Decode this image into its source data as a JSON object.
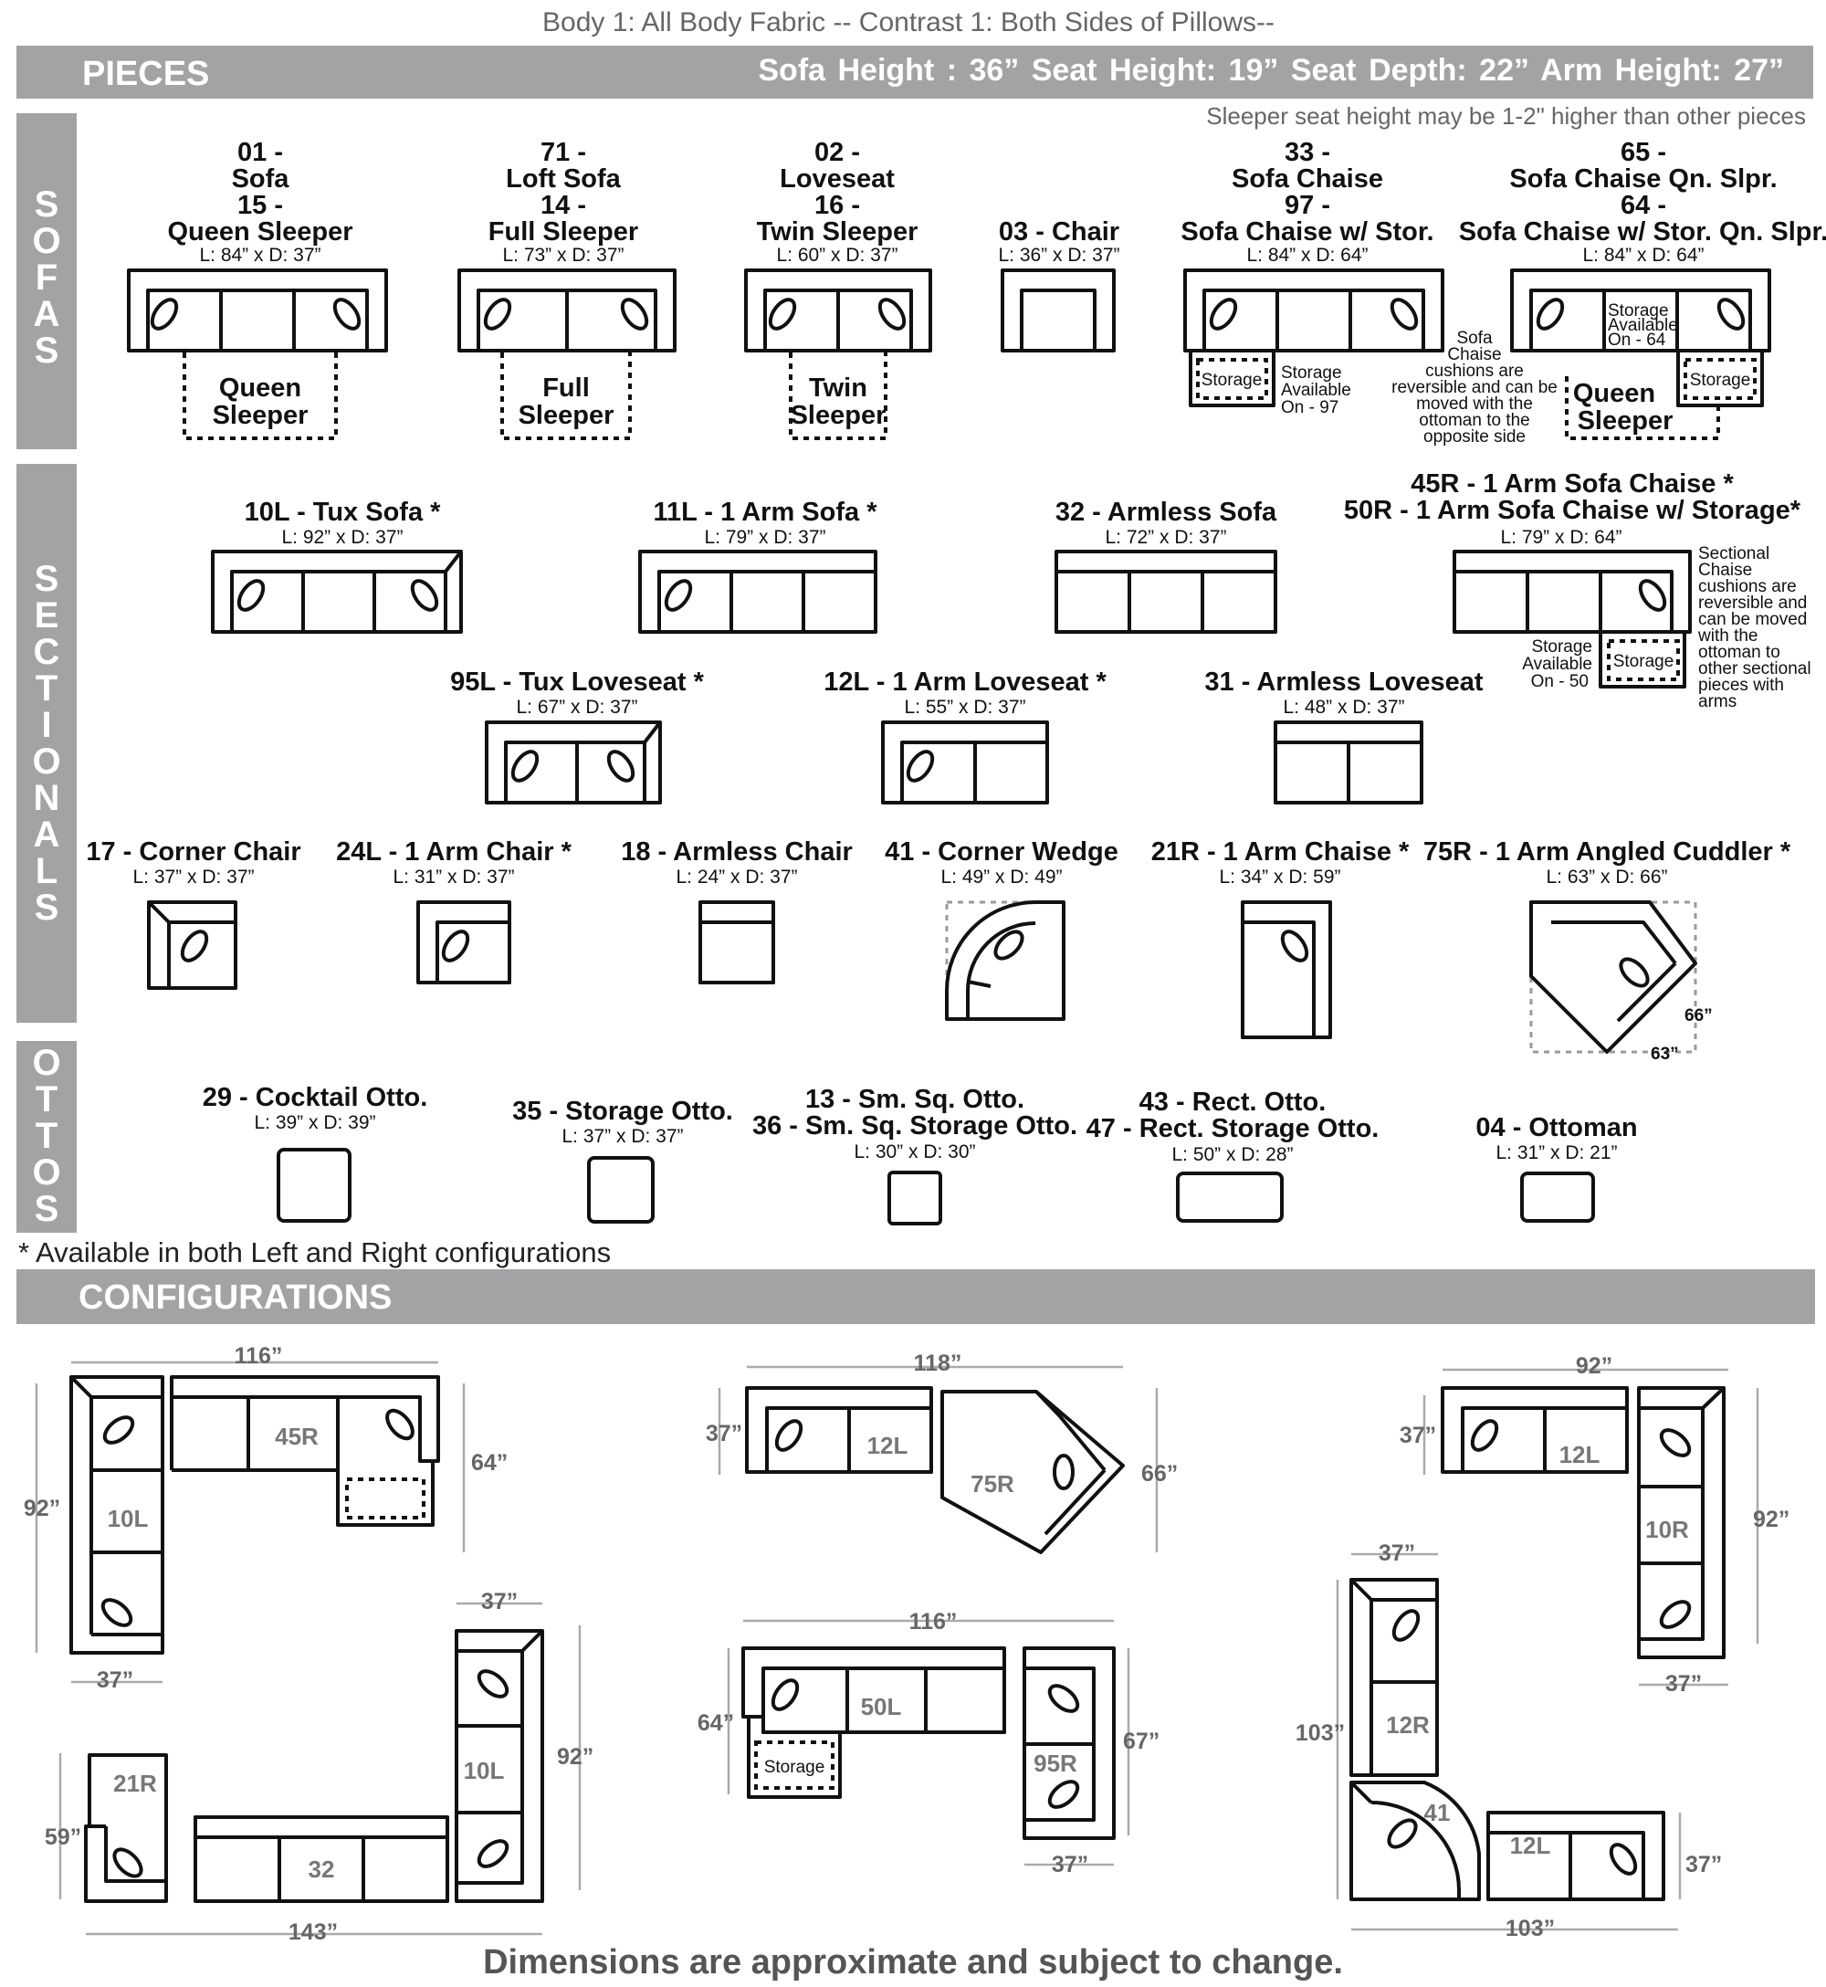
{
  "header": {
    "top_line": "Body 1: All Body Fabric  -- Contrast 1: Both Sides of Pillows--",
    "pieces_title": "PIECES",
    "dims_line": "Sofa Height : 36”   Seat Height: 19”   Seat Depth: 22”   Arm Height: 27”",
    "sleeper_note": "Sleeper seat height may be 1-2\" higher than other pieces"
  },
  "side_labels": {
    "sofas": [
      "S",
      "O",
      "F",
      "A",
      "S"
    ],
    "sectionals": [
      "S",
      "E",
      "C",
      "T",
      "I",
      "O",
      "N",
      "A",
      "L",
      "S"
    ],
    "ottos": [
      "O",
      "T",
      "T",
      "O",
      "S"
    ]
  },
  "sofas": [
    {
      "lines": [
        "01 -",
        "Sofa",
        "15 -",
        "Queen Sleeper"
      ],
      "dim": "L: 84” x D: 37”",
      "sleeper": [
        "Queen",
        "Sleeper"
      ]
    },
    {
      "lines": [
        "71 -",
        "Loft Sofa",
        "14 -",
        "Full Sleeper"
      ],
      "dim": "L: 73” x D: 37”",
      "sleeper": [
        "Full",
        "Sleeper"
      ]
    },
    {
      "lines": [
        "02 -",
        "Loveseat",
        "16 -",
        "Twin Sleeper"
      ],
      "dim": "L: 60” x D: 37”",
      "sleeper": [
        "Twin",
        "Sleeper"
      ]
    },
    {
      "lines": [
        "03 - Chair"
      ],
      "dim": "L: 36” x D: 37”"
    },
    {
      "lines": [
        "33 -",
        "Sofa Chaise",
        "97 -",
        "Sofa Chaise w/ Stor."
      ],
      "dim": "L: 84” x D: 64”",
      "storage": "Storage",
      "avail": [
        "Storage",
        "Available",
        "On - 97"
      ]
    },
    {
      "lines": [
        "65 -",
        "Sofa Chaise Qn. Slpr.",
        "64 -",
        "Sofa Chaise w/ Stor. Qn. Slpr."
      ],
      "dim": "L: 84” x D: 64”",
      "storage": "Storage",
      "avail": [
        "Storage",
        "Available",
        "On - 64"
      ],
      "sleeper": [
        "Queen",
        "Sleeper"
      ]
    }
  ],
  "chaise_note": [
    "Sofa",
    "Chaise",
    "cushions are",
    "reversible and can be",
    "moved with the",
    "ottoman to the",
    "opposite side"
  ],
  "sectionals": [
    {
      "label": "10L - Tux Sofa *",
      "dim": "L: 92” x D: 37”"
    },
    {
      "label": "11L - 1 Arm Sofa *",
      "dim": "L: 79” x D: 37”"
    },
    {
      "label": "32 - Armless Sofa",
      "dim": "L: 72” x D: 37”"
    },
    {
      "label": "45R - 1 Arm Sofa Chaise *",
      "label2": "50R - 1 Arm Sofa Chaise w/ Storage*",
      "dim": "L: 79” x D: 64”",
      "storage": "Storage",
      "avail": [
        "Storage",
        "Available",
        "On - 50"
      ]
    },
    {
      "label": "95L - Tux Loveseat *",
      "dim": "L: 67” x D: 37”"
    },
    {
      "label": "12L - 1 Arm Loveseat *",
      "dim": "L: 55” x D: 37”"
    },
    {
      "label": "31 - Armless Loveseat",
      "dim": "L: 48” x D: 37”"
    },
    {
      "label": "17 - Corner Chair",
      "dim": "L: 37” x D: 37”"
    },
    {
      "label": "24L - 1 Arm Chair *",
      "dim": "L: 31” x D: 37”"
    },
    {
      "label": "18 - Armless Chair",
      "dim": "L: 24” x D: 37”"
    },
    {
      "label": "41 - Corner Wedge",
      "dim": "L: 49” x D: 49”"
    },
    {
      "label": "21R - 1 Arm Chaise *",
      "dim": "L: 34” x D: 59”"
    },
    {
      "label": "75R - 1 Arm Angled Cuddler *",
      "dim": "L: 63” x D: 66”",
      "w": "63”",
      "h": "66”"
    }
  ],
  "sectional_note": [
    "Sectional",
    "Chaise",
    "cushions are",
    "reversible and",
    "can be moved",
    "with the",
    "ottoman to",
    "other sectional",
    "pieces with",
    "arms"
  ],
  "ottos": [
    {
      "label": "29 - Cocktail Otto.",
      "dim": "L: 39” x D: 39”"
    },
    {
      "label": "35 - Storage Otto.",
      "dim": "L: 37” x D: 37”"
    },
    {
      "label": "13 - Sm. Sq. Otto.",
      "label2": "36 - Sm. Sq. Storage Otto.",
      "dim": "L: 30” x D: 30”"
    },
    {
      "label": "43 - Rect. Otto.",
      "label2": "47 - Rect. Storage Otto.",
      "dim": "L: 50” x D: 28”"
    },
    {
      "label": "04 - Ottoman",
      "dim": "L: 31” x D: 21”"
    }
  ],
  "availability_note": "* Available in both Left and Right configurations",
  "configurations_title": "CONFIGURATIONS",
  "configs": {
    "c1": {
      "top": "116”",
      "right": "64”",
      "left": "92”",
      "bottom": "37”",
      "p1": "45R",
      "p2": "10L"
    },
    "c2": {
      "top": "118”",
      "left": "37”",
      "right": "66”",
      "p1": "12L",
      "p2": "75R"
    },
    "c3": {
      "top": "92”",
      "left": "37”",
      "right": "92”",
      "bottom": "37”",
      "p1": "12L",
      "p2": "10R"
    },
    "c4": {
      "top": "37”",
      "left": "59”",
      "right": "92”",
      "bottom": "143”",
      "p1": "21R",
      "p2": "32",
      "p3": "10L"
    },
    "c5": {
      "top": "116”",
      "left": "64”",
      "right": "67”",
      "bottom": "37”",
      "p1": "50L",
      "p2": "95R",
      "storage": "Storage"
    },
    "c6": {
      "top": "37”",
      "left": "103”",
      "right": "37”",
      "bottom": "103”",
      "p1": "12R",
      "p2": "41",
      "p3": "12L"
    }
  },
  "disclaimer": "Dimensions are approximate and subject to change."
}
